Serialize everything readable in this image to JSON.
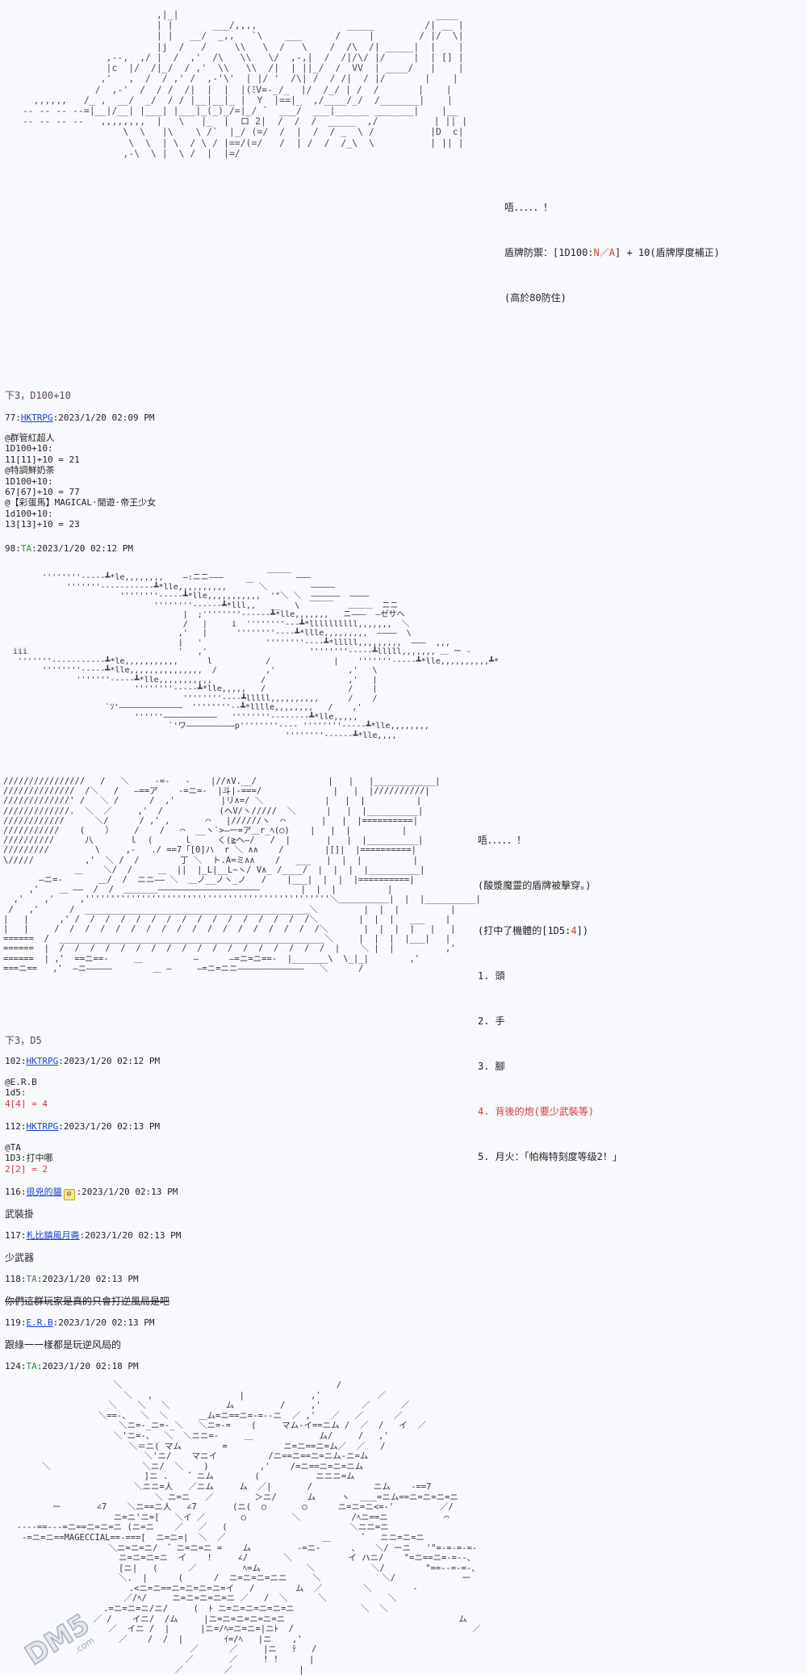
{
  "panel1": {
    "line1": "唔．．．．．！",
    "line2_pre": "盾牌防禦：[1D100:",
    "line2_red": "N／A",
    "line2_post": "] + 10(盾牌厚度補正)",
    "line3": "(高於80防住)"
  },
  "header1": "下3，D100+10",
  "post77": {
    "num": "77:",
    "user": "HKTRPG",
    "time": ":2023/1/20 02:09 PM",
    "body": "@群管紅超人\n1D100+10:\n11[11]+10 = 21\n@特調鮮奶茶\n1D100+10:\n67[67]+10 = 77\n@【彩蛋馬】MAGICAL·閒遊·帝王少女\n1d100+10:\n13[13]+10 = 23"
  },
  "post98": {
    "num": "98:",
    "user": "TA",
    "time": ":2023/1/20 02:12 PM"
  },
  "panel3": {
    "line1": "唔．．．．．！",
    "line2": "(酸漿魔靈的盾牌被擊穿。)",
    "line3_pre": "(打中了機體的[1D5:",
    "line3_red": "4",
    "line3_post": "])",
    "opt1": "1. 頭",
    "opt2": "2. 手",
    "opt3": "3. 腳",
    "opt4": "4. 背後的炮(要少武裝等)",
    "opt5": "5. 月火：「帕梅特刻度等级2！」"
  },
  "header2": "下3，D5",
  "post102": {
    "num": "102:",
    "user": "HKTRPG",
    "time": ":2023/1/20 02:12 PM",
    "body1": "@E.R.B\n1d5:",
    "result": "4[4] = 4"
  },
  "post112": {
    "num": "112:",
    "user": "HKTRPG",
    "time": ":2023/1/20 02:13 PM",
    "body1": "@TA\n1D3:打中哪",
    "result": "2[2] = 2"
  },
  "post116": {
    "num": "116:",
    "user": "很兇的貓",
    "time": ":2023/1/20 02:13 PM",
    "body": "武裝掛"
  },
  "post117": {
    "num": "117:",
    "user": "札比鎮風月斋",
    "time": ":2023/1/20 02:13 PM",
    "body": "少武器"
  },
  "post118": {
    "num": "118:",
    "user": "TA",
    "time": ":2023/1/20 02:13 PM",
    "body": "你們這群玩家是真的只會打逆風局是吧"
  },
  "post119": {
    "num": "119:",
    "user": "E.R.B",
    "time": ":2023/1/20 02:13 PM",
    "body": "跟綠一一樣都是玩逆风局的"
  },
  "post124": {
    "num": "124:",
    "user": "TA",
    "time": ":2023/1/20 02:18 PM"
  },
  "watermark": "DM5.com",
  "colors": {
    "link": "#1a3fd6",
    "red": "#d43a3a",
    "green": "#2f8a3d",
    "background": "#f8f9fc"
  }
}
